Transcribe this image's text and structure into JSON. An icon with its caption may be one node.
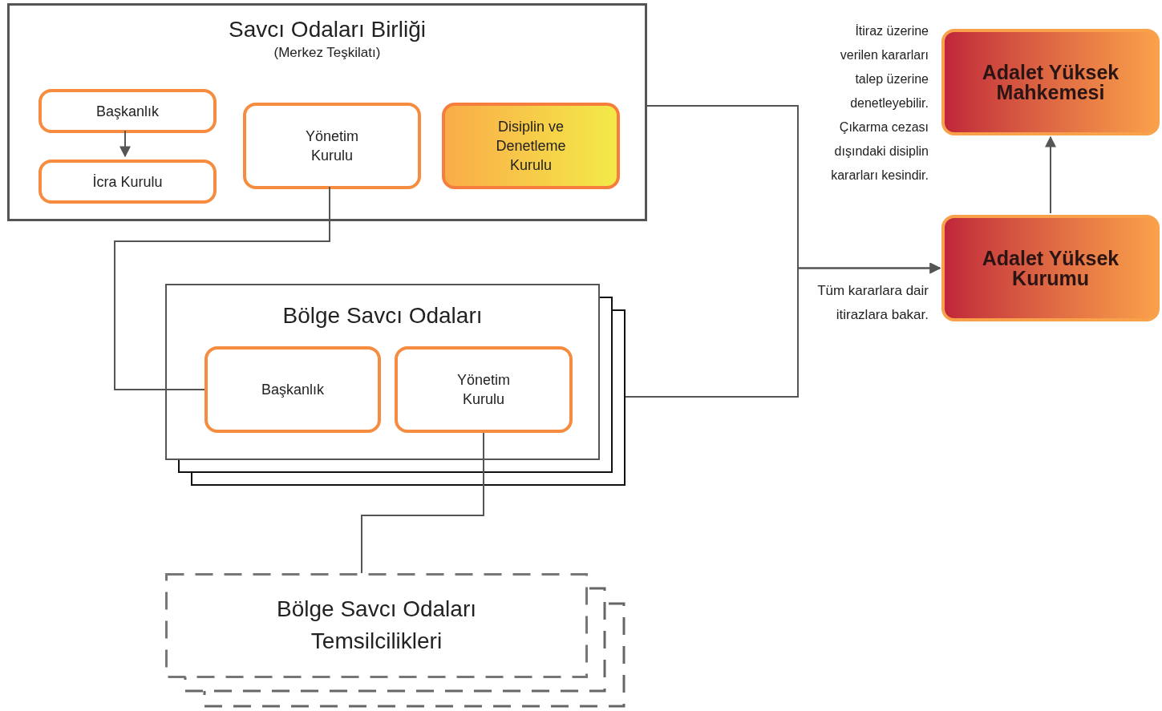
{
  "diagram": {
    "nodes": [
      {
        "text": [
          "Savcı Odaları Birliği",
          "(Merkez Teşkilatı)"
        ]
      },
      {
        "text": [
          "Başkanlık"
        ],
        "in": 0
      },
      {
        "text": [
          "İcra Kurulu"
        ],
        "in": 0
      },
      {
        "text": [
          "Yönetim Kurulu"
        ],
        "in": 0
      },
      {
        "text": [
          "Disiplin ve Denetleme Kurulu"
        ],
        "in": 0
      },
      {
        "text": [
          "Bölge Savcı Odaları"
        ]
      },
      {
        "text": [
          "Başkanlık"
        ],
        "in": 5
      },
      {
        "text": [
          "Yönetim Kurulu"
        ],
        "in": 5
      },
      {
        "text": [
          "Bölge Savcı Odaları Temsilcilikleri"
        ]
      },
      {
        "text": [
          "Adalet Yüksek Kurumu"
        ]
      },
      {
        "text": [
          "Adalet Yüksek Mahkemesi"
        ]
      }
    ],
    "edges": [
      {
        "from": 1,
        "to": 2,
        "arrow": "to"
      },
      {
        "from": 3,
        "to": 6,
        "arrow": "none"
      },
      {
        "from": 7,
        "to": 8,
        "arrow": "none"
      },
      {
        "from": 0,
        "to": 9,
        "arrow": "to"
      },
      {
        "from": 5,
        "to": 9,
        "arrow": "to"
      },
      {
        "from": 9,
        "to": 10,
        "arrow": "to"
      }
    ],
    "labels": [
      "İtiraz üzerine verilen kararları talep üzerine denetleyebilir. Çıkarma cezası dışındaki disiplin kararları kesindir.",
      "Tüm kararlara dair itirazlara bakar."
    ]
  }
}
